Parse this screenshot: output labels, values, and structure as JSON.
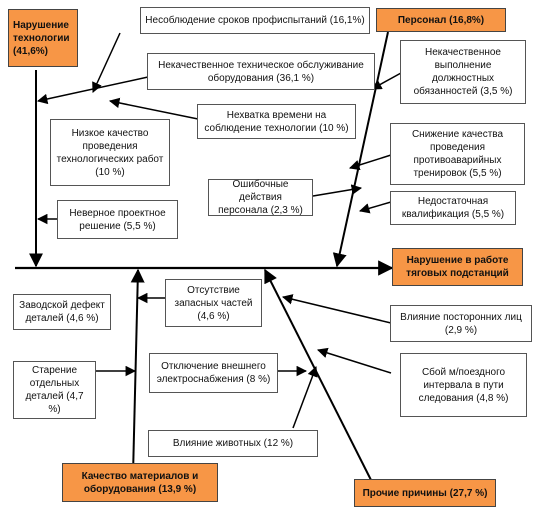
{
  "diagram": {
    "effect": "Нарушение в работе тяговых подстанций",
    "categories": {
      "technology": "Нарушение технологии (41,6%)",
      "personnel": "Персонал (16,8%)",
      "materials": "Качество материалов и оборудования (13,9 %)",
      "other": "Прочие причины (27,7 %)"
    },
    "causes": {
      "deadlines": "Несоблюдение сроков профиспытаний (16,1%)",
      "maintenance": "Некачественное техническое обслуживание оборудования (36,1 %)",
      "time_shortage": "Нехватка времени на соблюдение технологии (10 %)",
      "low_quality_work": "Низкое качество проведения технологических работ (10 %)",
      "wrong_design": "Неверное проектное решение (5,5 %)",
      "poor_duties": "Некачественное выполнение должностных обязанностей (3,5 %)",
      "training": "Снижение качества проведения противоаварийных тренировок (5,5 %)",
      "wrong_actions": "Ошибочные действия персонала (2,3 %)",
      "qualification": "Недостаточная квалификация (5,5 %)",
      "factory_defect": "Заводской дефект деталей (4,6 %)",
      "no_spare_parts": "Отсутствие запасных частей (4,6 %)",
      "aging": "Старение отдельных деталей (4,7 %)",
      "power_off": "Отключение внешнего электроснабжения (8 %)",
      "outsiders": "Влияние посторонних лиц (2,9 %)",
      "train_interval": "Сбой м/поездного интервала в пути следования (4,8 %)",
      "animals": "Влияние животных (12 %)"
    }
  }
}
